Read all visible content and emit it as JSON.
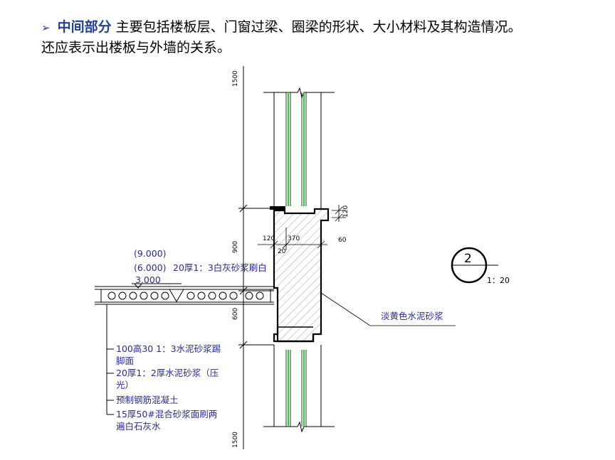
{
  "heading": {
    "bullet": "➢",
    "highlight": "中间部分",
    "line1_rest": "主要包括楼板层、门窗过梁、圈梁的形状、大小材料及其构造情况。",
    "line2": "还应表示出楼板与外墙的关系。"
  },
  "dimensions": {
    "top": "1500",
    "middle": "900",
    "lower": "600",
    "bottom": "1500",
    "left_offset": "120",
    "wall_width": "370",
    "inner_offset": "20",
    "right_offset": "60",
    "lintel_height": "120"
  },
  "elevations": {
    "e1": "(9.000)",
    "e2": "(6.000)",
    "e3": "3.000"
  },
  "labels": {
    "plaster_top": "20厚1：3白灰砂浆刷白",
    "exterior_finish": "淡黄色水泥砂浆",
    "skirting_line1": "100高30 1：3水泥砂浆踢",
    "skirting_line2": "脚面",
    "screed_line1": "20厚1：2厚水泥砂浆（压",
    "screed_line2": "光）",
    "slab": "预制钢筋混凝土",
    "ceiling_line1": "15厚50#混合砂浆面刷两",
    "ceiling_line2": "遍白石灰水"
  },
  "detail_symbol": {
    "number": "2",
    "scale": "1：20"
  },
  "colors": {
    "heading_blue": "#1f3f99",
    "label_blue": "#2a2a9a",
    "glass_green": "#33cc33",
    "line": "#000000"
  }
}
